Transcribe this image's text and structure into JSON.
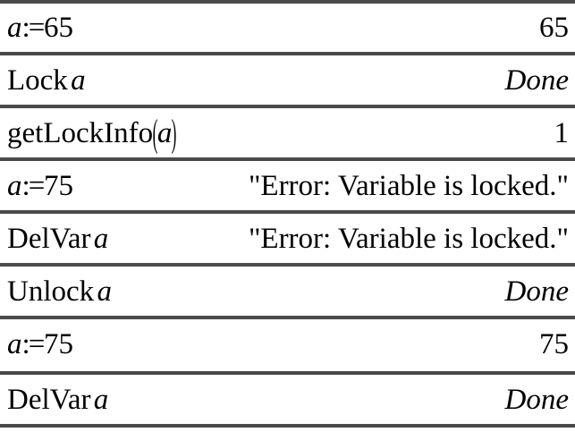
{
  "app": {
    "name": "cas-history-table",
    "rule_color": "#4a4a4a",
    "background": "#ffffff",
    "text_color": "#000000"
  },
  "rows": [
    {
      "entry_var": "a",
      "entry_assign": ":=",
      "entry_value": "65",
      "entry_plain": "a:=65",
      "result": "65",
      "result_style": "number"
    },
    {
      "entry_keyword": "Lock",
      "entry_var": "a",
      "entry_plain": "Lock a",
      "result": "Done",
      "result_style": "italic"
    },
    {
      "entry_keyword": "getLockInfo",
      "entry_paren_open": "(",
      "entry_var": "a",
      "entry_paren_close": ")",
      "entry_plain": "getLockInfo(a)",
      "result": "1",
      "result_style": "number"
    },
    {
      "entry_var": "a",
      "entry_assign": ":=",
      "entry_value": "75",
      "entry_plain": "a:=75",
      "result": "\"Error: Variable is locked.\"",
      "result_style": "string"
    },
    {
      "entry_keyword": "DelVar",
      "entry_var": "a",
      "entry_plain": "DelVar a",
      "result": "\"Error: Variable is locked.\"",
      "result_style": "string"
    },
    {
      "entry_keyword": "Unlock",
      "entry_var": "a",
      "entry_plain": "Unlock a",
      "result": "Done",
      "result_style": "italic"
    },
    {
      "entry_var": "a",
      "entry_assign": ":=",
      "entry_value": "75",
      "entry_plain": "a:=75",
      "result": "75",
      "result_style": "number"
    },
    {
      "entry_keyword": "DelVar",
      "entry_var": "a",
      "entry_plain": "DelVar a",
      "result": "Done",
      "result_style": "italic"
    }
  ]
}
